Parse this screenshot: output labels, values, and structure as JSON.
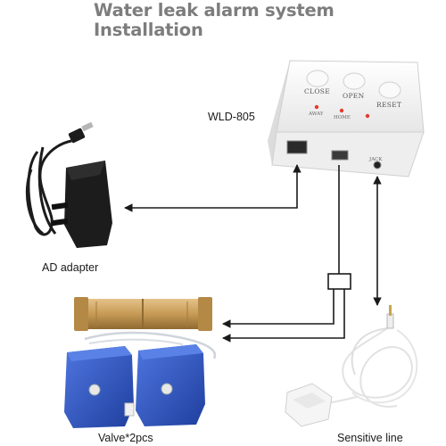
{
  "title": {
    "line1": "Water leak alarm system",
    "line2": "Installation"
  },
  "controller": {
    "model": "WLD-805",
    "buttons": [
      "CLOSE",
      "OPEN",
      "RESET"
    ],
    "indicators": [
      "AWAY",
      "HOME"
    ],
    "port_labels": {
      "jack": "JACK"
    }
  },
  "components": {
    "adapter_label": "AD adapter",
    "valve_label": "Valve*2pcs",
    "sensor_label": "Sensitive line"
  },
  "colors": {
    "title": "#7d7d7d",
    "arrow": "#1a1a1a",
    "valve_body": "#2f56c6",
    "brass": "#c79a55",
    "indicator": "#e53b2e",
    "adapter": "#1c1c1c"
  }
}
